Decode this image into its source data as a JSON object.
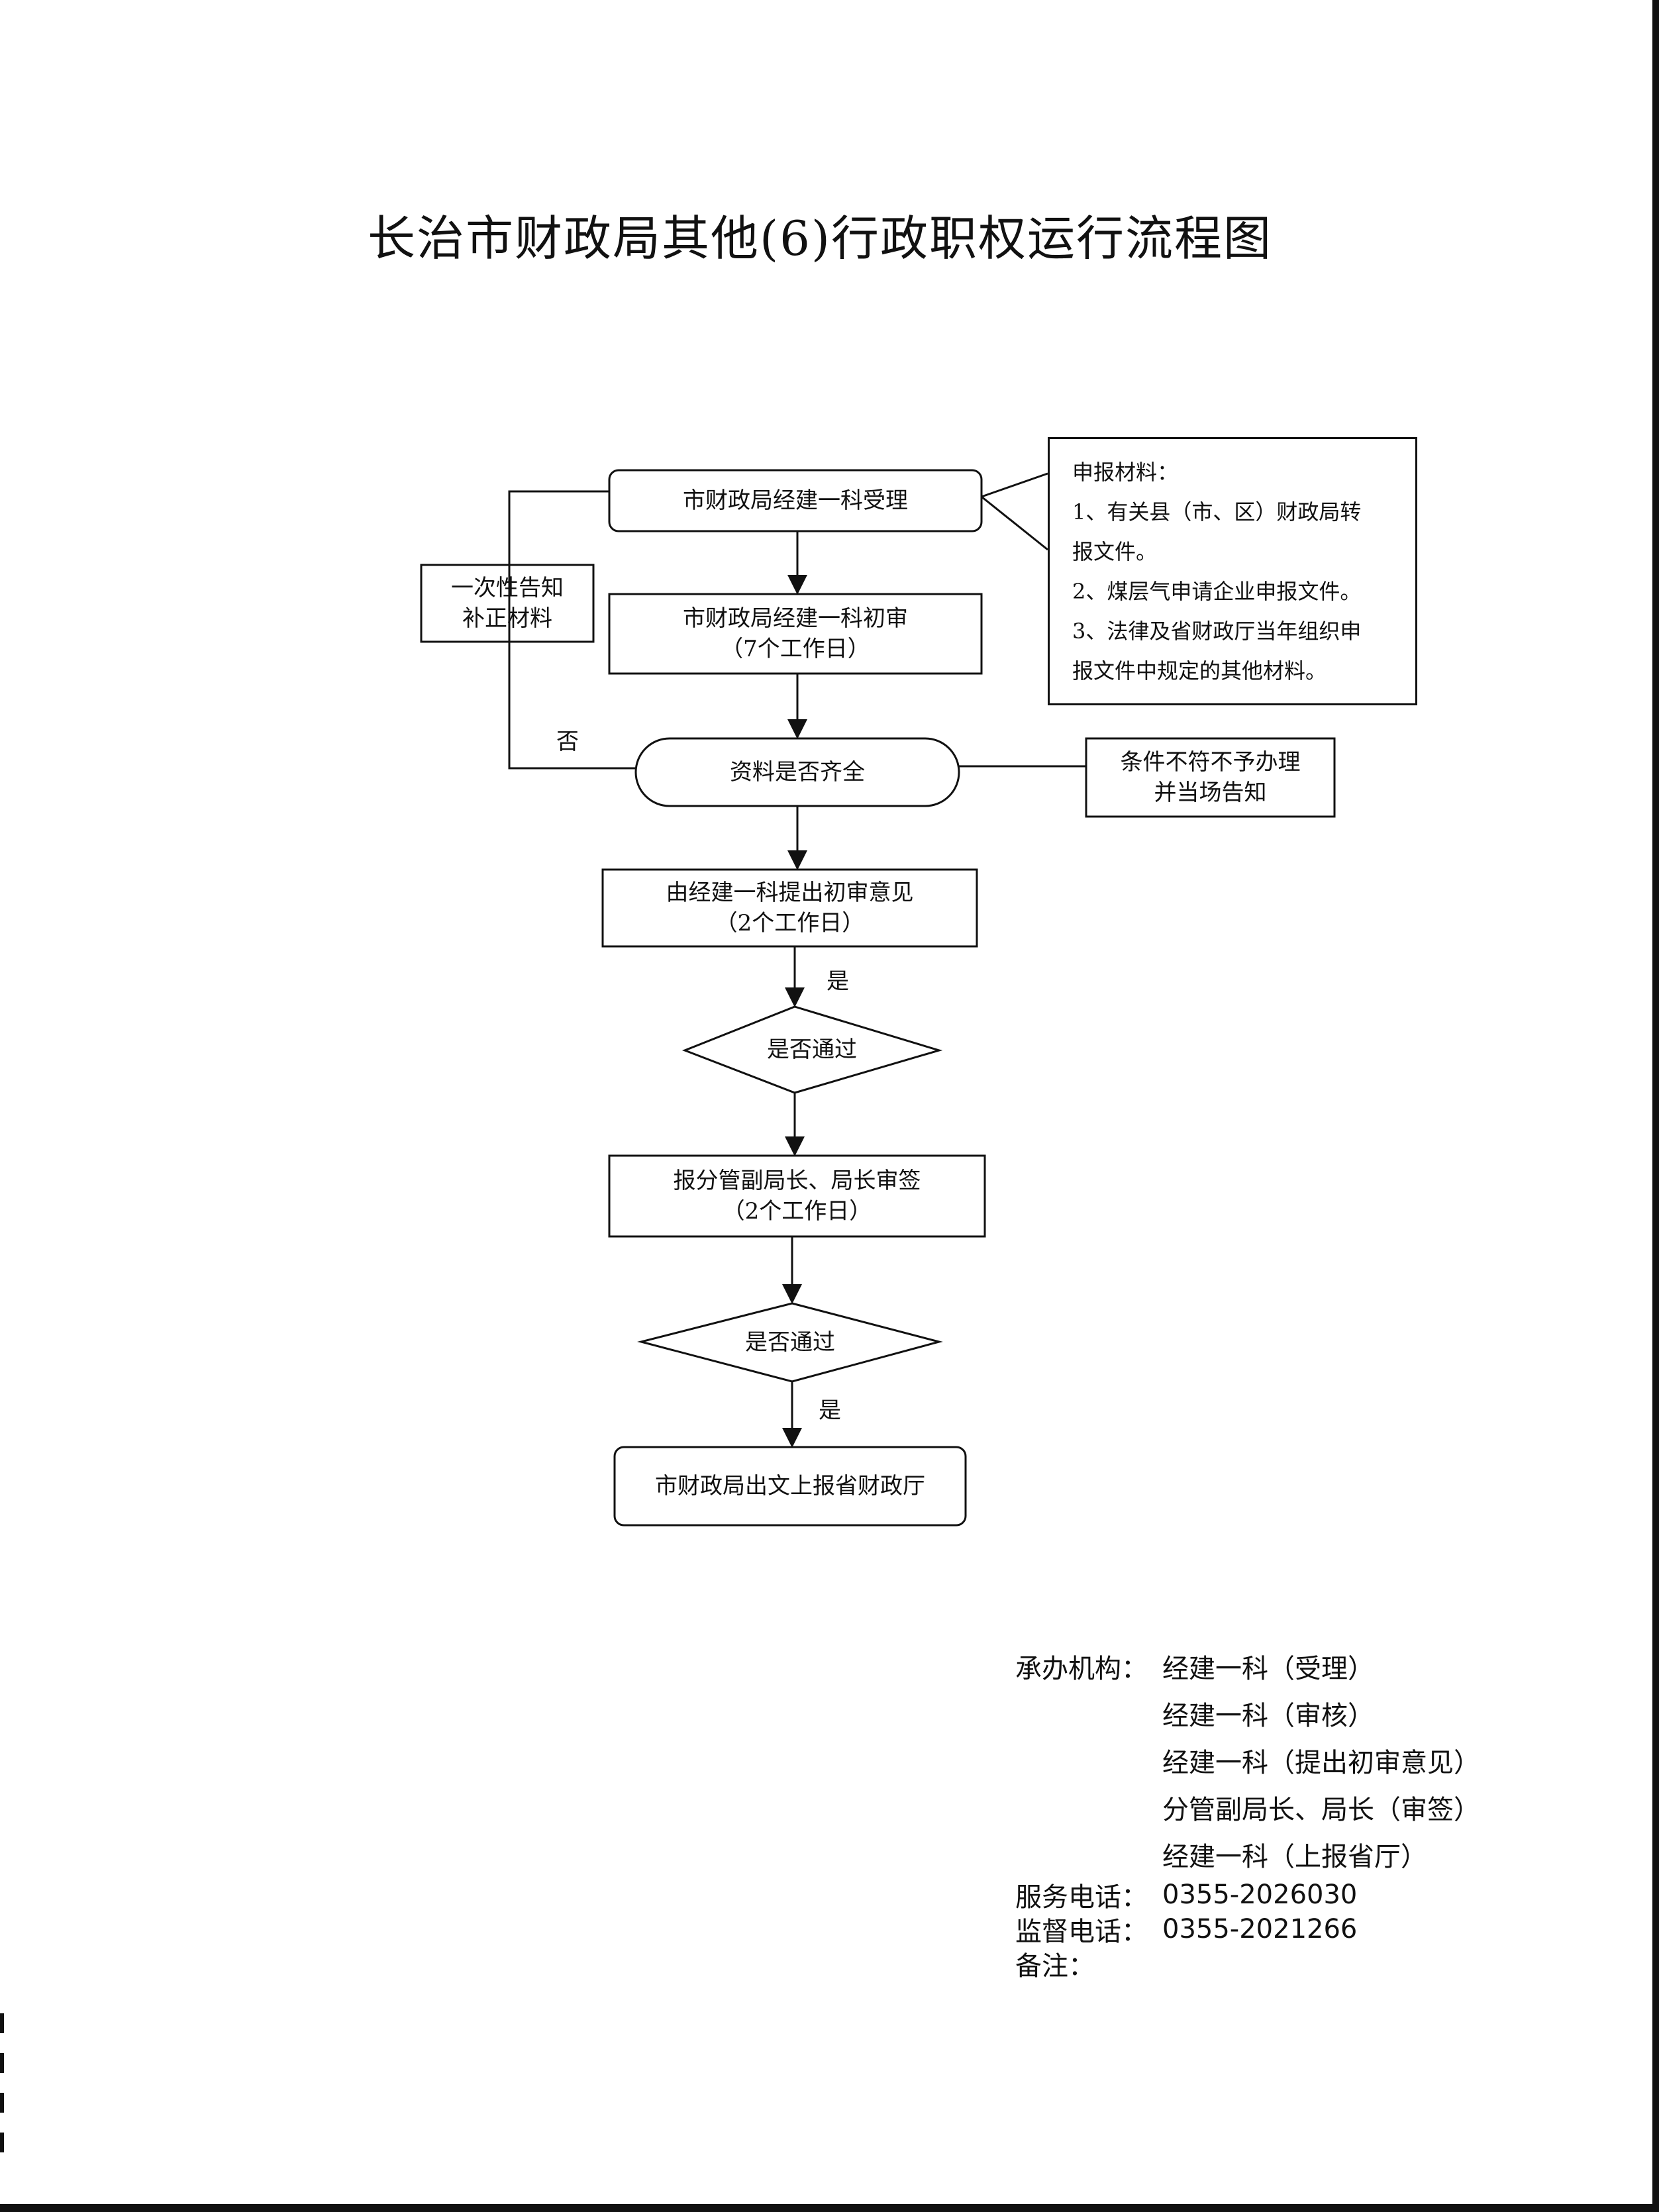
{
  "title": "长治市财政局其他(6)行政职权运行流程图",
  "materials": {
    "heading": "申报材料：",
    "items": [
      "1、有关县（市、区）财政局转",
      "报文件。",
      "2、煤层气申请企业申报文件。",
      "3、法律及省财政厅当年组织申",
      "报文件中规定的其他材料。"
    ]
  },
  "nodes": {
    "accept": "市财政局经建一科受理",
    "notify_once": "一次性告知\n补正材料",
    "first_review": "市财政局经建一科初审\n（7个工作日）",
    "complete_check": "资料是否齐全",
    "reject": "条件不符不予办理\n并当场告知",
    "opinion": "由经建一科提出初审意见\n（2个工作日）",
    "pass_check_1": "是否通过",
    "leader_review": "报分管副局长、局长审签\n（2个工作日）",
    "pass_check_2": "是否通过",
    "report": "市财政局出文上报省财政厅"
  },
  "edge_labels": {
    "no": "否",
    "yes_1": "是",
    "yes_2": "是"
  },
  "footer": {
    "org_label": "承办机构：",
    "org_values": [
      "经建一科（受理）",
      "经建一科（审核）",
      "经建一科（提出初审意见）",
      "分管副局长、局长（审签）",
      "经建一科（上报省厅）"
    ],
    "service_phone_label": "服务电话：",
    "service_phone": "0355-2026030",
    "supervise_phone_label": "监督电话：",
    "supervise_phone": "0355-2021266",
    "remark_label": "备注：",
    "remark": ""
  }
}
